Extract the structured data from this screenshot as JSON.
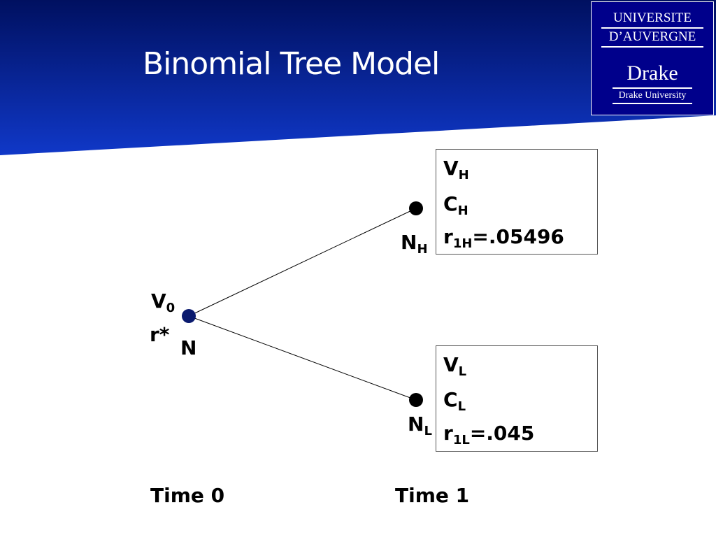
{
  "slide": {
    "title": "Binomial Tree Model",
    "colors": {
      "banner_dark": "#001060",
      "banner_light": "#1038c8",
      "text_blue": "#0a0a8c",
      "node_root": "#0a1a6e",
      "node_leaf": "#000000"
    }
  },
  "logo": {
    "line1": "UNIVERSITE",
    "line2": "D’AUVERGNE",
    "line3": "Drake",
    "line4": "Drake University"
  },
  "root": {
    "value_label": "V",
    "value_sub": "0",
    "rate_label": "r*",
    "node_label": "N"
  },
  "upper": {
    "node_label": "N",
    "node_sub": "H",
    "v_label": "V",
    "v_sub": "H",
    "c_label": "C",
    "c_sub": "H",
    "r_label": "r",
    "r_sub": "1H",
    "r_value": "=.05496"
  },
  "lower": {
    "node_label": "N",
    "node_sub": "L",
    "v_label": "V",
    "v_sub": "L",
    "c_label": "C",
    "c_sub": "L",
    "r_label": "r",
    "r_sub": "1L",
    "r_value": "=.045"
  },
  "time_labels": {
    "t0": "Time 0",
    "t1": "Time 1"
  }
}
